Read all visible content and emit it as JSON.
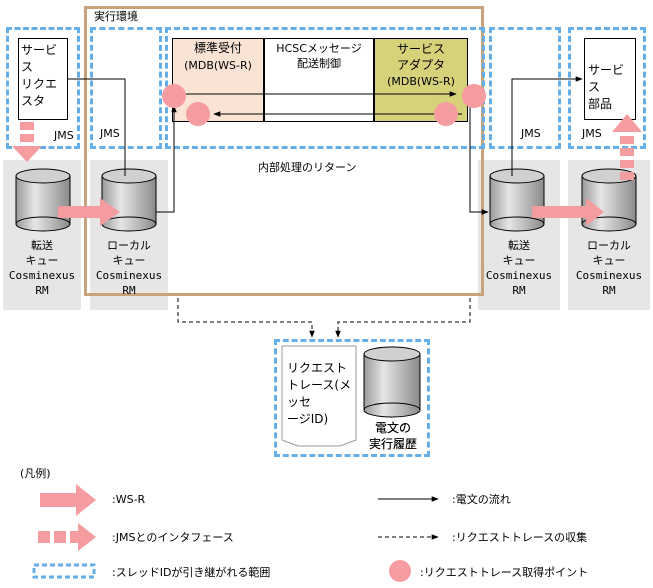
{
  "env_label": "実行環境",
  "client": {
    "label": "サービス\nリクエスタ",
    "jms": "JMS"
  },
  "env_jms_left": "JMS",
  "std_receiver": {
    "title": "標準受付",
    "sub": "(MDB(WS-R)"
  },
  "hcsc": {
    "line1": "HCSCメッセージ",
    "line2": "配送制御"
  },
  "adapter": {
    "title": "サービス\nアダプタ",
    "sub": "(MDB(WS-R)"
  },
  "env_jms_right": "JMS",
  "service_part": {
    "label": "サービス\n部品",
    "jms": "JMS"
  },
  "internal_return": "内部処理のリターン",
  "queues": [
    {
      "line1": "転送",
      "line2": "キュー",
      "line3": "Cosminexus",
      "line4": "RM"
    },
    {
      "line1": "ローカル",
      "line2": "キュー",
      "line3": "Cosminexus",
      "line4": "RM"
    },
    {
      "line1": "転送",
      "line2": "キュー",
      "line3": "Cosminexus",
      "line4": "RM"
    },
    {
      "line1": "ローカル",
      "line2": "キュー",
      "line3": "Cosminexus",
      "line4": "RM"
    }
  ],
  "request_trace": "リクエスト\nトレース(メッセ\nージID)",
  "message_history": {
    "line1": "電文の",
    "line2": "実行履歴"
  },
  "legend": {
    "title": "(凡例)",
    "ws_r": ":WS-R",
    "jms_interface": ":JMSとのインタフェース",
    "thread_scope": ":スレッドIDが引き継がれる範囲",
    "message_flow": ":電文の流れ",
    "trace_collect": ":リクエストトレースの収集",
    "trace_point": ":リクエストトレース取得ポイント"
  },
  "colors": {
    "env_border": "#c8a27a",
    "thread_border": "#66aee8",
    "gray_bg": "#e6e6e6",
    "receiver_bg": "#f9e3d4",
    "adapter_bg": "#d6d27a",
    "pink": "#f59ca0"
  }
}
